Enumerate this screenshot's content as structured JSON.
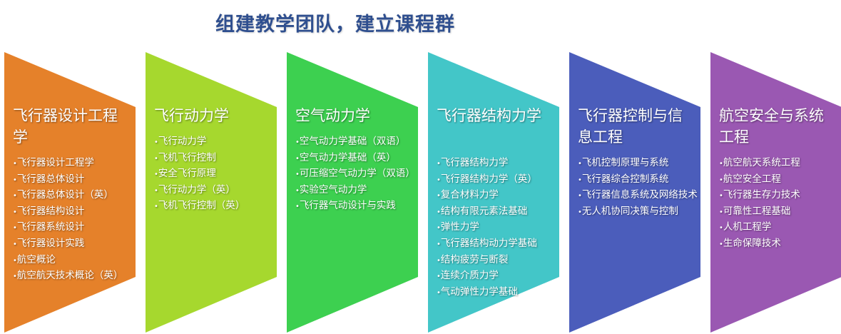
{
  "title": "组建教学团队，建立课程群",
  "columns": [
    {
      "color": "#E5812A",
      "title": "飞行器设计工程学",
      "items": [
        "飞行器设计工程学",
        "飞行器总体设计",
        "飞行器总体设计（英）",
        "飞行器结构设计",
        "飞行器系统设计",
        "飞行器设计实践",
        "航空概论",
        "航空航天技术概论（英）"
      ]
    },
    {
      "color": "#A6D82E",
      "title": "飞行动力学",
      "items": [
        "飞行动力学",
        "飞机飞行控制",
        "安全飞行原理",
        "飞行动力学（英）",
        "飞机飞行控制（英）"
      ]
    },
    {
      "color": "#3DD050",
      "title": "空气动力学",
      "items": [
        "空气动力学基础（双语）",
        "空气动力学基础（英）",
        "可压缩空气动力学（双语）",
        "实验空气动力学",
        "飞行器气动设计与实践"
      ]
    },
    {
      "color": "#43C6C8",
      "title": "飞行器结构力学",
      "items": [
        "飞行器结构力学",
        "飞行器结构力学（英）",
        "复合材料力学",
        "结构有限元素法基础",
        "弹性力学",
        "飞行器结构动力学基础",
        "结构疲劳与断裂",
        "连续介质力学",
        "气动弹性力学基础"
      ]
    },
    {
      "color": "#4B5DBB",
      "title": "飞行器控制与信息工程",
      "items": [
        "飞机控制原理与系统",
        "飞行器综合控制系统",
        "飞行器信息系统及网络技术",
        "无人机协同决策与控制"
      ]
    },
    {
      "color": "#9A58B2",
      "title": "航空安全与系统工程",
      "items": [
        "航空航天系统工程",
        "航空安全工程",
        "飞行器生存力技术",
        "可靠性工程基础",
        "人机工程学",
        "生命保障技术"
      ]
    }
  ]
}
